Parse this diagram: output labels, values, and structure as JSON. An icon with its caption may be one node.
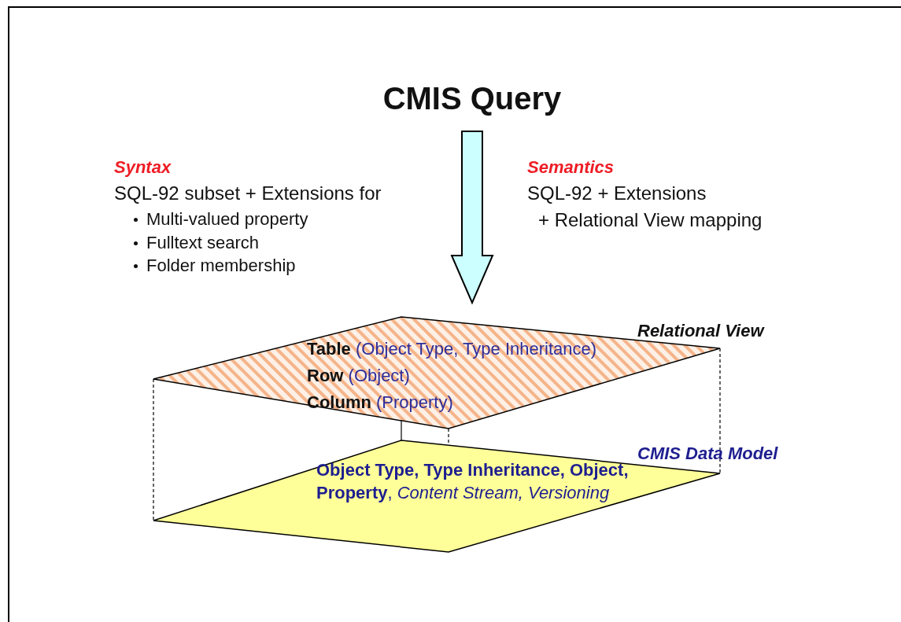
{
  "diagram": {
    "nodes": [
      {
        "text": [
          "CMIS Query"
        ]
      },
      {
        "text": [
          "Relational View",
          "**Table** (Object Type, Type Inheritance)",
          "**Row**   (Object)",
          "**Column** (Property)"
        ]
      },
      {
        "text": [
          "CMIS Data Model",
          "**Object Type, Type Inheritance, Object, Property**, *Content Stream, Versioning*"
        ]
      }
    ],
    "edges": [
      {
        "from": 0,
        "to": 1,
        "arrow": "to"
      }
    ],
    "labels": [
      "Syntax",
      "SQL-92 subset + Extensions for",
      "Multi-valued property",
      "Fulltext search",
      "Folder membership",
      "Semantics",
      "SQL-92 + Extensions",
      "+ Relational View mapping"
    ]
  }
}
